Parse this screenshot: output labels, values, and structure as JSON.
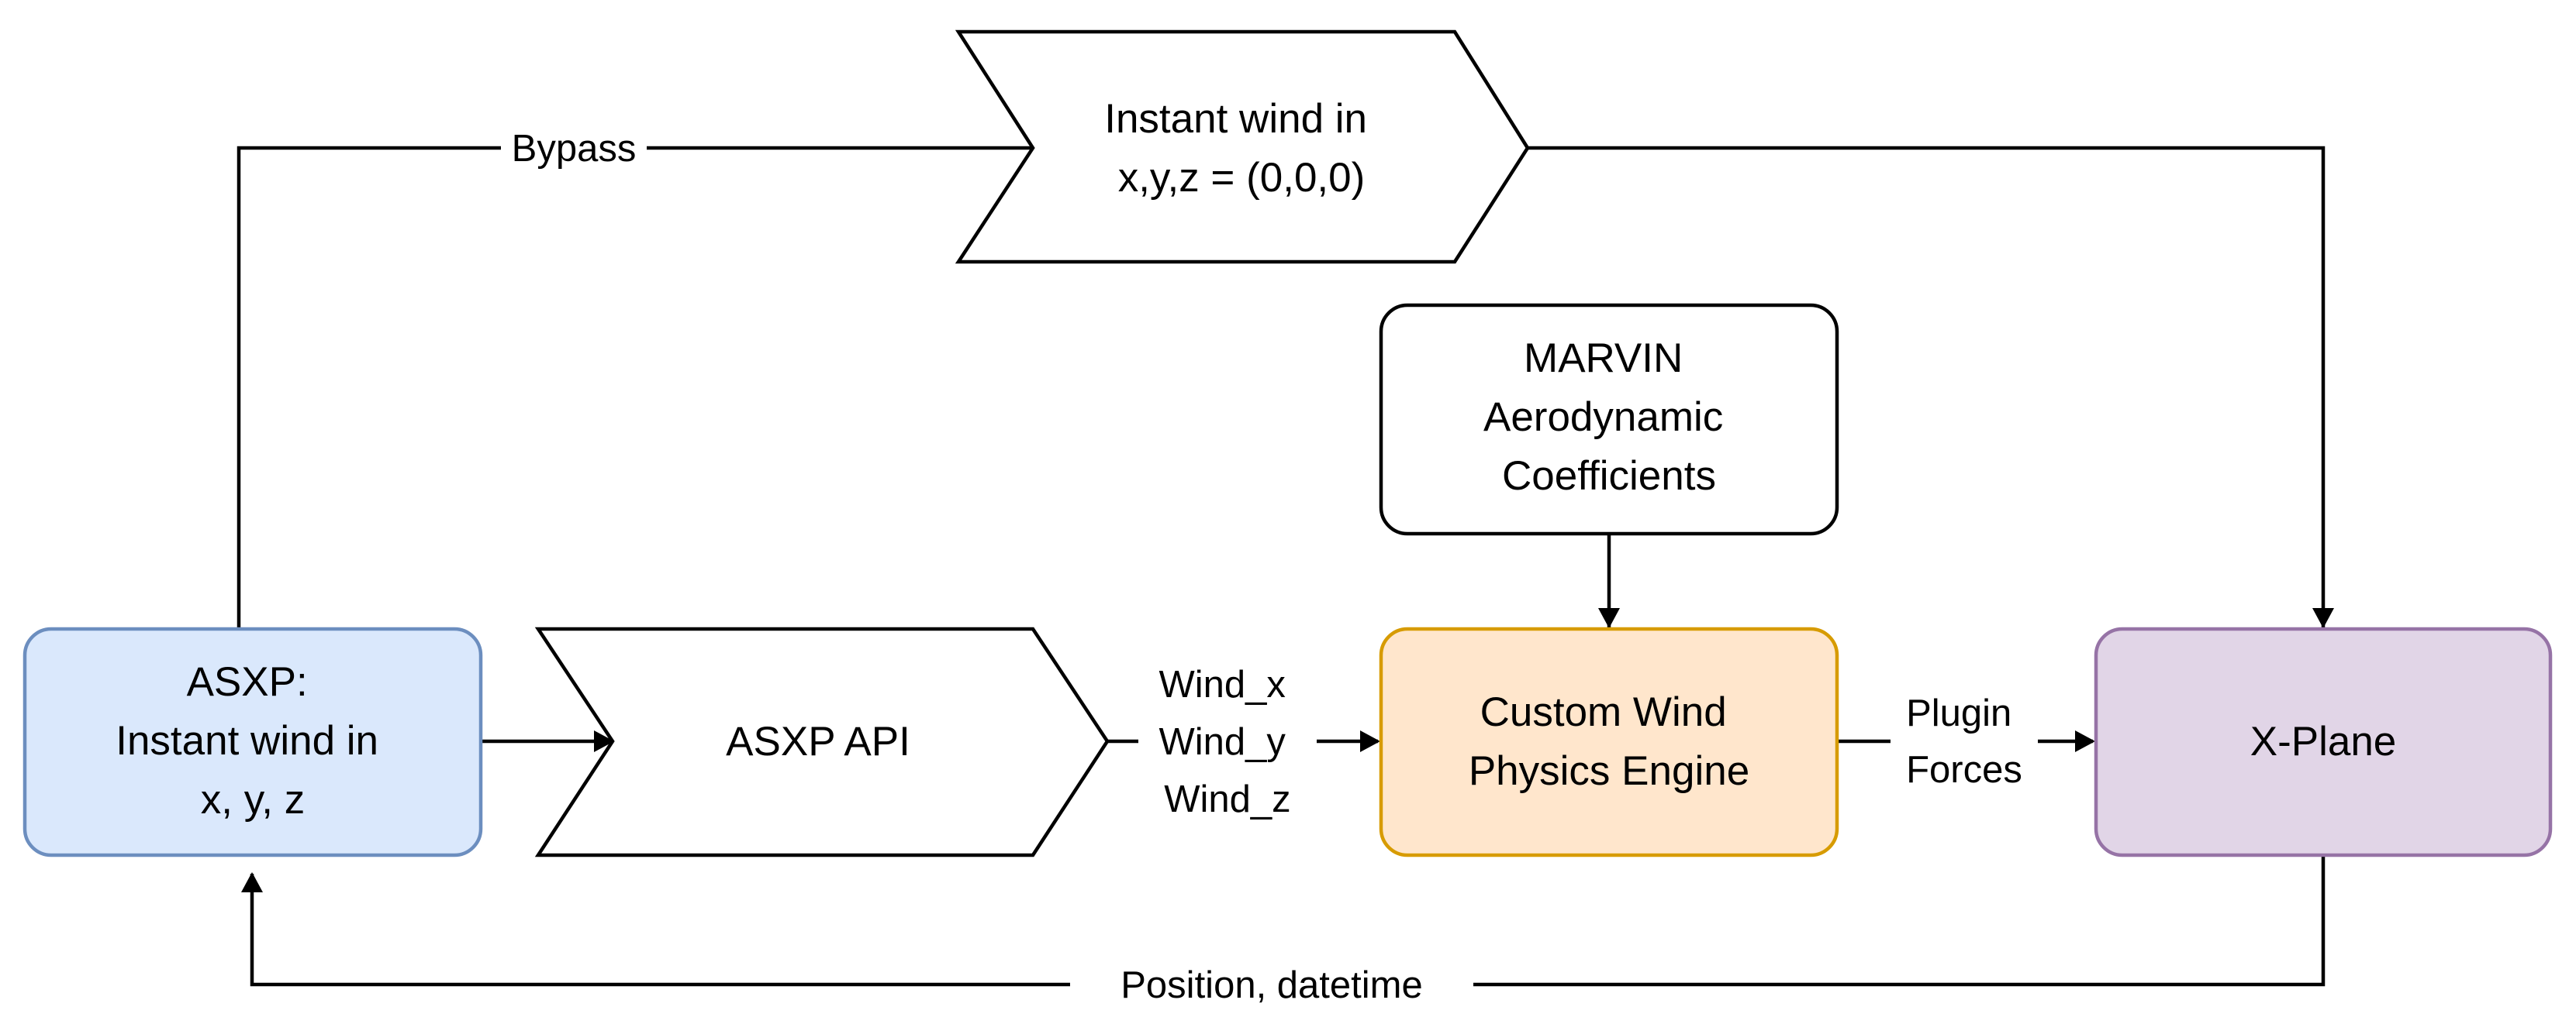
{
  "nodes": {
    "asxp_source": {
      "lines": [
        "ASXP:",
        "Instant wind in",
        "x, y, z"
      ],
      "fill": "#dae8fc",
      "stroke": "#6c8ebf"
    },
    "asxp_api": {
      "lines": [
        "ASXP API"
      ],
      "fill": "#ffffff",
      "stroke": "#000000"
    },
    "zero_wind": {
      "lines": [
        "Instant wind in",
        "x,y,z = (0,0,0)"
      ],
      "fill": "#ffffff",
      "stroke": "#000000"
    },
    "marvin": {
      "lines": [
        "MARVIN",
        "Aerodynamic",
        "Coefficients"
      ],
      "fill": "#ffffff",
      "stroke": "#000000"
    },
    "engine": {
      "lines": [
        "Custom Wind",
        "Physics Engine"
      ],
      "fill": "#ffe6cc",
      "stroke": "#d79b00"
    },
    "xplane": {
      "lines": [
        "X-Plane"
      ],
      "fill": "#e1d5e7",
      "stroke": "#9673a6"
    }
  },
  "edges": {
    "bypass": {
      "label": "Bypass"
    },
    "wind_components": {
      "lines": [
        "Wind_x",
        "Wind_y",
        "Wind_z"
      ]
    },
    "plugin_forces": {
      "lines": [
        "Plugin",
        "Forces"
      ]
    },
    "feedback": {
      "label": "Position, datetime"
    }
  },
  "colors": {
    "connector": "#000000",
    "text": "#000000",
    "background": "#ffffff"
  }
}
